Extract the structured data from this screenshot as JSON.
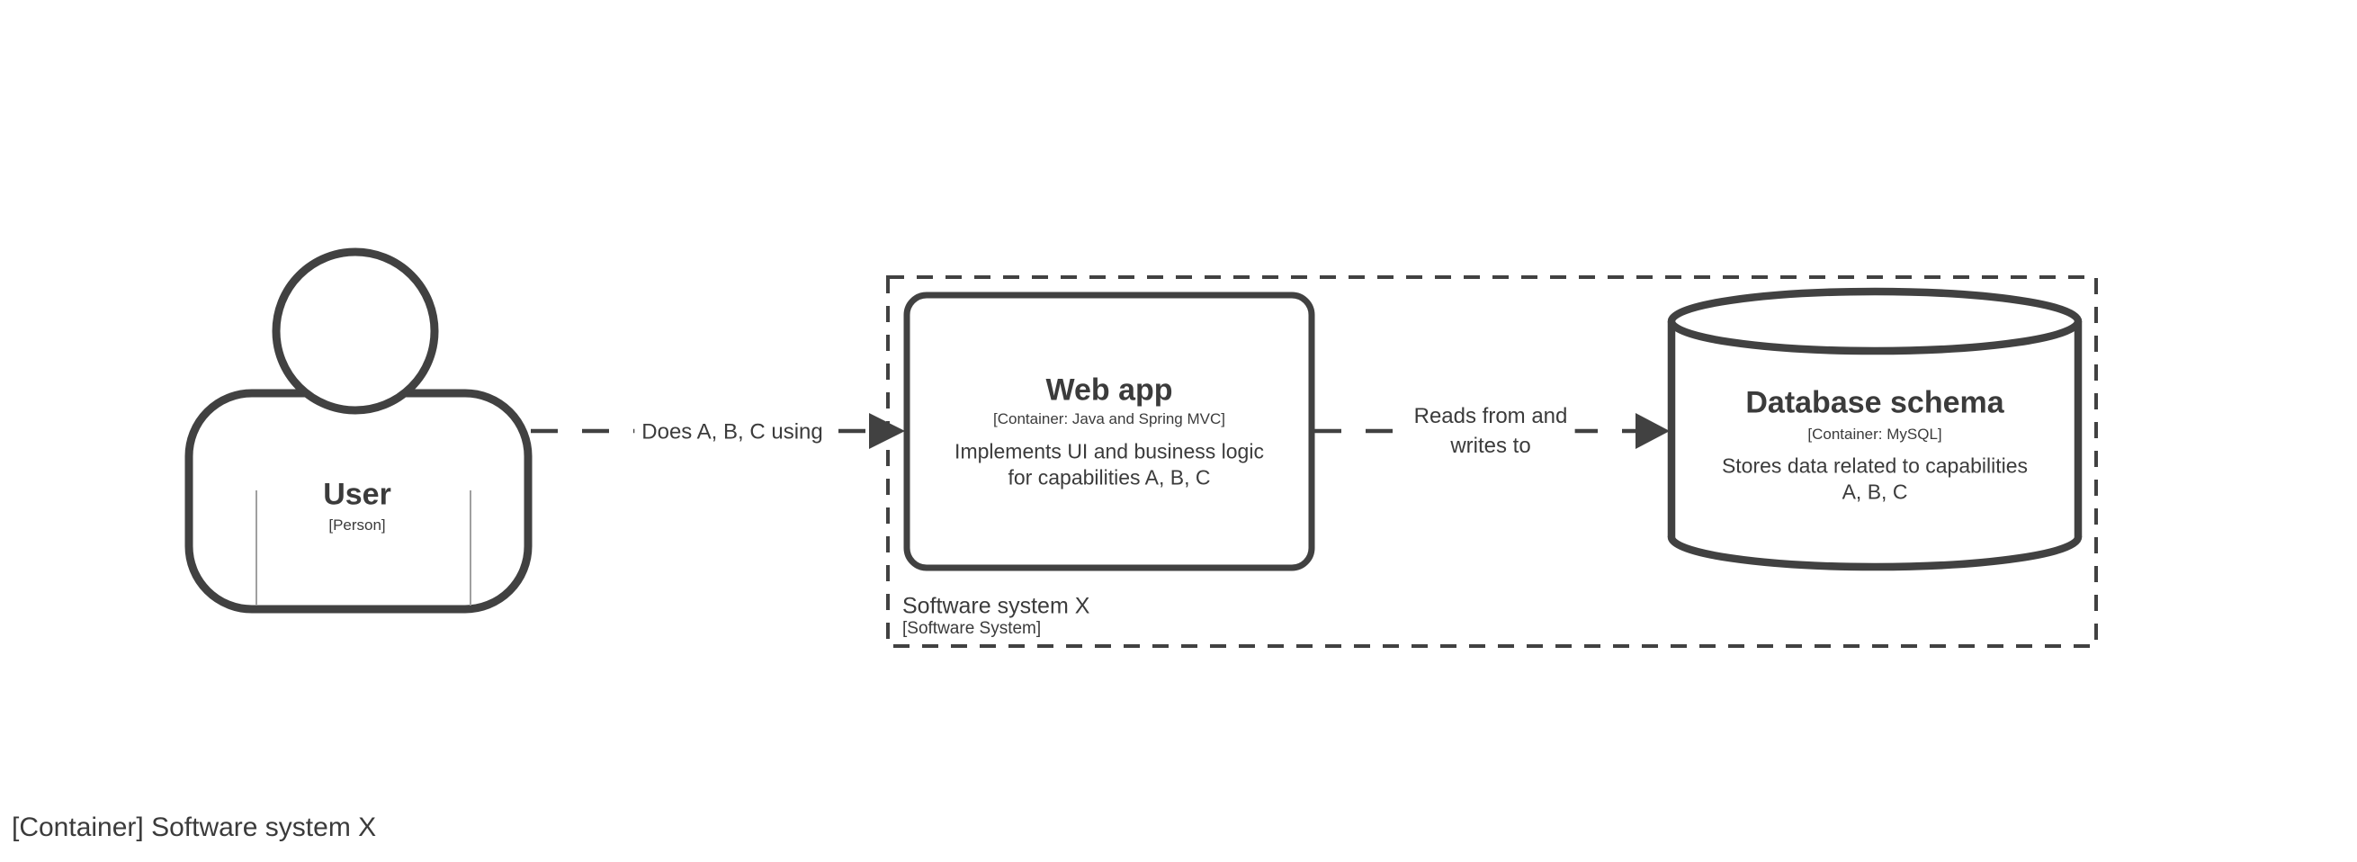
{
  "diagram_title": "[Container] Software system X",
  "boundary": {
    "name": "Software system X",
    "type": "[Software System]"
  },
  "elements": {
    "user": {
      "name": "User",
      "type": "[Person]"
    },
    "webapp": {
      "name": "Web app",
      "type": "[Container: Java and Spring MVC]",
      "description_line1": "Implements UI and business logic",
      "description_line2": "for capabilities A, B, C"
    },
    "database": {
      "name": "Database schema",
      "type": "[Container: MySQL]",
      "description_line1": "Stores data related to capabilities",
      "description_line2": "A, B, C"
    }
  },
  "relationships": {
    "user_to_webapp": {
      "label": "Does A, B, C using"
    },
    "webapp_to_database": {
      "label_line1": "Reads from and",
      "label_line2": "writes to"
    }
  },
  "colors": {
    "stroke": "#414141",
    "text": "#3b3b3b",
    "secondary-line": "#a0a0a0",
    "background": "#ffffff"
  }
}
